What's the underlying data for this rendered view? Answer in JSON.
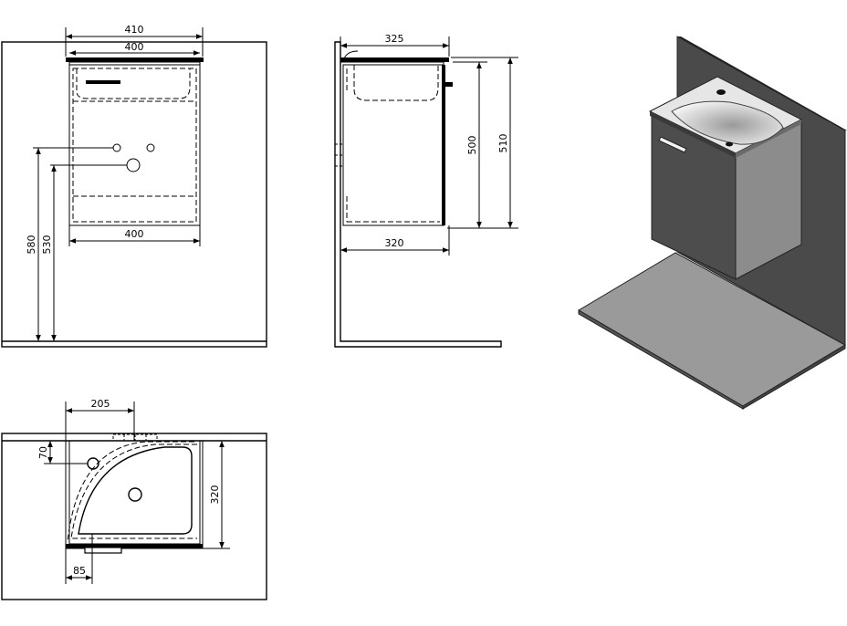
{
  "front_view": {
    "dim_top_outer": "410",
    "dim_top_inner": "400",
    "dim_bottom": "400",
    "dim_height_580": "580",
    "dim_height_530": "530"
  },
  "side_view": {
    "dim_top": "325",
    "dim_bottom": "320",
    "dim_500": "500",
    "dim_510": "510"
  },
  "top_view": {
    "dim_205": "205",
    "dim_70": "70",
    "dim_320": "320",
    "dim_85": "85"
  },
  "colors": {
    "wall": "#4a4a4a",
    "floor": "#9a9a9a",
    "cabinet_front": "#4d4d4d",
    "cabinet_side": "#8c8c8c",
    "basin_top": "#e6e6e6"
  }
}
